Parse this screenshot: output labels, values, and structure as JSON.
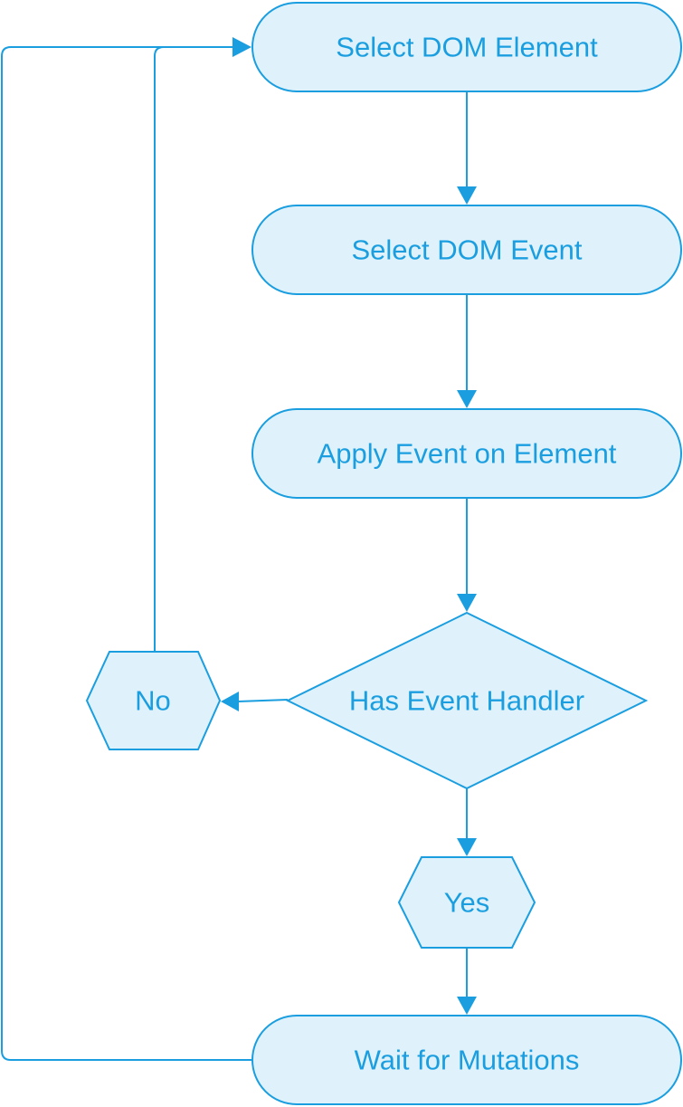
{
  "flowchart": {
    "nodes": {
      "select_element": "Select DOM Element",
      "select_event": "Select DOM Event",
      "apply_event": "Apply Event on Element",
      "has_handler": "Has Event Handler",
      "no_branch": "No",
      "yes_branch": "Yes",
      "wait_mutations": "Wait for Mutations"
    },
    "edges": [
      {
        "from": "select_element",
        "to": "select_event"
      },
      {
        "from": "select_event",
        "to": "apply_event"
      },
      {
        "from": "apply_event",
        "to": "has_handler"
      },
      {
        "from": "has_handler",
        "to": "no_branch"
      },
      {
        "from": "has_handler",
        "to": "yes_branch"
      },
      {
        "from": "yes_branch",
        "to": "wait_mutations"
      },
      {
        "from": "no_branch",
        "to": "select_element"
      },
      {
        "from": "wait_mutations",
        "to": "select_element"
      }
    ],
    "colors": {
      "stroke": "#1a9ee0",
      "fill": "#dff2fb",
      "text": "#1a9ee0"
    }
  }
}
